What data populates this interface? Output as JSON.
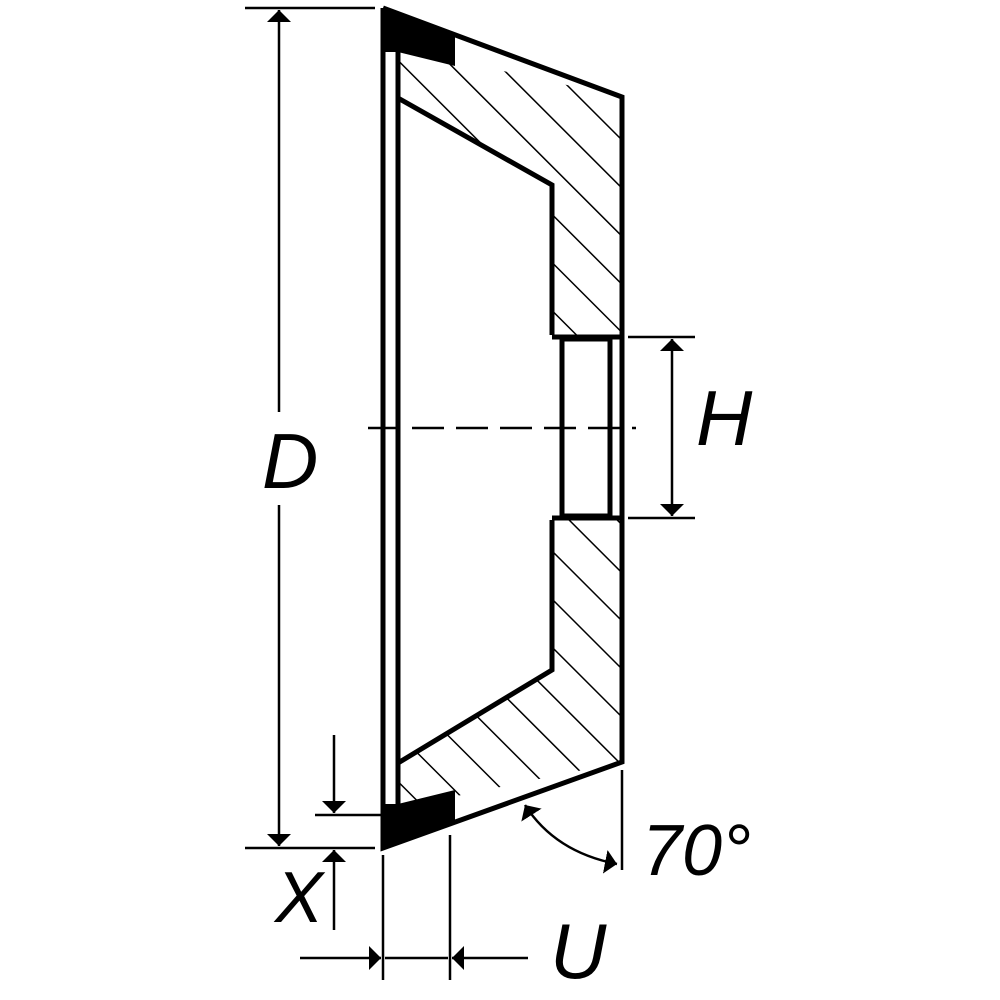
{
  "labels": {
    "diameter": "D",
    "bore": "H",
    "height_x": "X",
    "width_u": "U",
    "angle": "70°"
  },
  "colors": {
    "ink": "#000000",
    "paper": "#ffffff"
  }
}
